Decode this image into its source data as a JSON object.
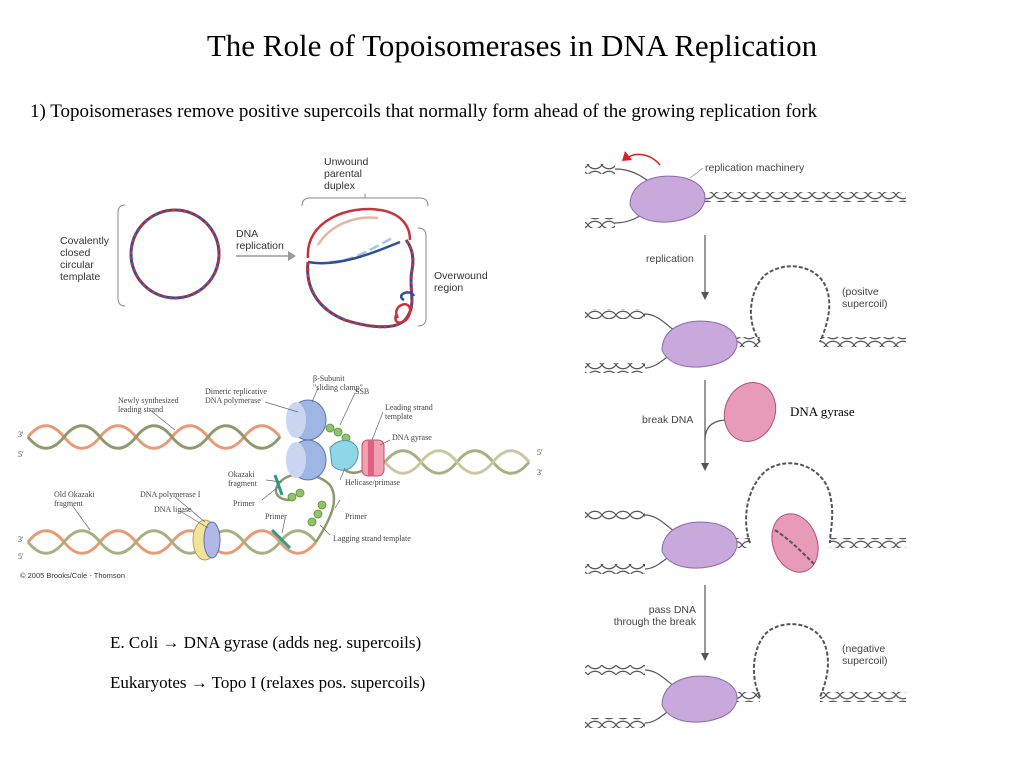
{
  "title": "The Role of Topoisomerases in DNA Replication",
  "subtitle": "1) Topoisomerases remove positive supercoils that normally form ahead of the growing replication fork",
  "panel_circular": {
    "template_label": [
      "Covalently",
      "closed",
      "circular",
      "template"
    ],
    "arrow_label": [
      "DNA",
      "replication"
    ],
    "top_label": [
      "Unwound",
      "parental",
      "duplex"
    ],
    "overwound_label": [
      "Overwound",
      "region"
    ]
  },
  "panel_fork": {
    "newly_synth": [
      "Newly synthesized",
      "leading strand"
    ],
    "dimeric_pol": [
      "Dimeric replicative",
      "DNA polymerase"
    ],
    "beta_subunit": [
      "β-Subunit",
      "\"sliding clamp\""
    ],
    "ssb": "SSB",
    "leading_template": [
      "Leading strand",
      "template"
    ],
    "dna_gyrase": "DNA gyrase",
    "okazaki": [
      "Okazaki",
      "fragment"
    ],
    "helicase": "Helicase/primase",
    "old_okazaki": [
      "Old Okazaki",
      "fragment"
    ],
    "pol1": "DNA polymerase I",
    "ligase": "DNA ligase",
    "primer1": "Primer",
    "primer2": "Primer",
    "primer3": "Primer",
    "lagging_template": "Lagging strand template",
    "end_3a": "3'",
    "end_5a": "5'",
    "end_3b": "3'",
    "end_5b": "5'",
    "end_5c": "5'",
    "end_3c": "3'",
    "copyright": "© 2005 Brooks/Cole - Thomson"
  },
  "panel_gyrase": {
    "replication_machinery": "replication machinery",
    "replication": "replication",
    "positive": [
      "(positve",
      "supercoil)"
    ],
    "break_dna": "break DNA",
    "gyrase_note": "DNA gyrase",
    "pass_dna": [
      "pass DNA",
      "through the break"
    ],
    "negative": [
      "(negative",
      "supercoil)"
    ]
  },
  "notes": {
    "ecoli": "E. Coli → DNA gyrase (adds neg. supercoils)",
    "eukaryotes": "Eukaryotes → Topo I (relaxes pos. supercoils)"
  },
  "colors": {
    "strand_red": "#c8323c",
    "strand_blue": "#2d4f9a",
    "machinery": "#c9a8dc",
    "gyrase": "#e89bb8",
    "arrow_red": "#e02020"
  }
}
